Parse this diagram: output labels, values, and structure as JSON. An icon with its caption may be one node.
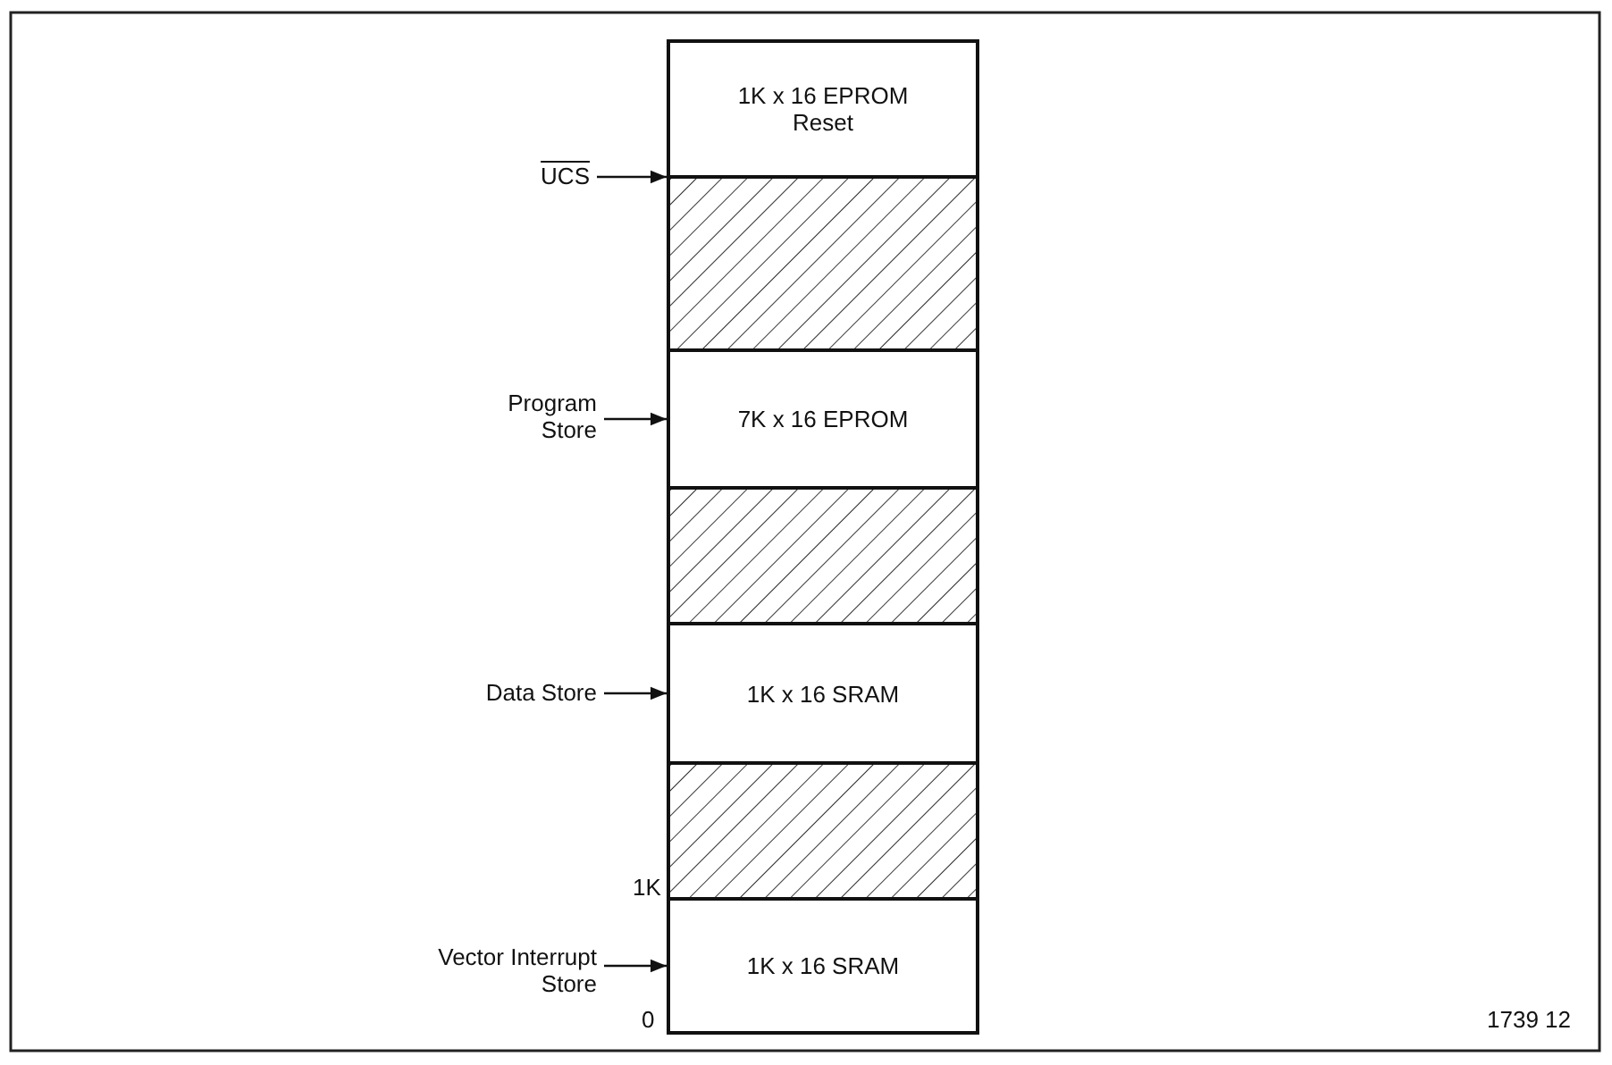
{
  "diagram": {
    "nodes": [
      {
        "text": [
          "1K x 16 EPROM Reset"
        ]
      },
      {
        "text": [],
        "shape": "box"
      },
      {
        "text": [
          "7K x 16 EPROM"
        ]
      },
      {
        "text": [],
        "shape": "box"
      },
      {
        "text": [
          "1K x 16 SRAM"
        ]
      },
      {
        "text": [],
        "shape": "box"
      },
      {
        "text": [
          "1K x 16 SRAM"
        ]
      },
      {
        "text": [
          "UCS"
        ]
      },
      {
        "text": [
          "Program Store"
        ]
      },
      {
        "text": [
          "Data Store"
        ]
      },
      {
        "text": [
          "Vector Interrupt Store"
        ]
      }
    ],
    "edges": [
      {
        "from": 7,
        "to": 1,
        "arrow": "to"
      },
      {
        "from": 8,
        "to": 2,
        "arrow": "to"
      },
      {
        "from": 9,
        "to": 4,
        "arrow": "to"
      },
      {
        "from": 10,
        "to": 6,
        "arrow": "to"
      }
    ],
    "labels": [
      "1K",
      "0",
      "1739 12"
    ]
  }
}
